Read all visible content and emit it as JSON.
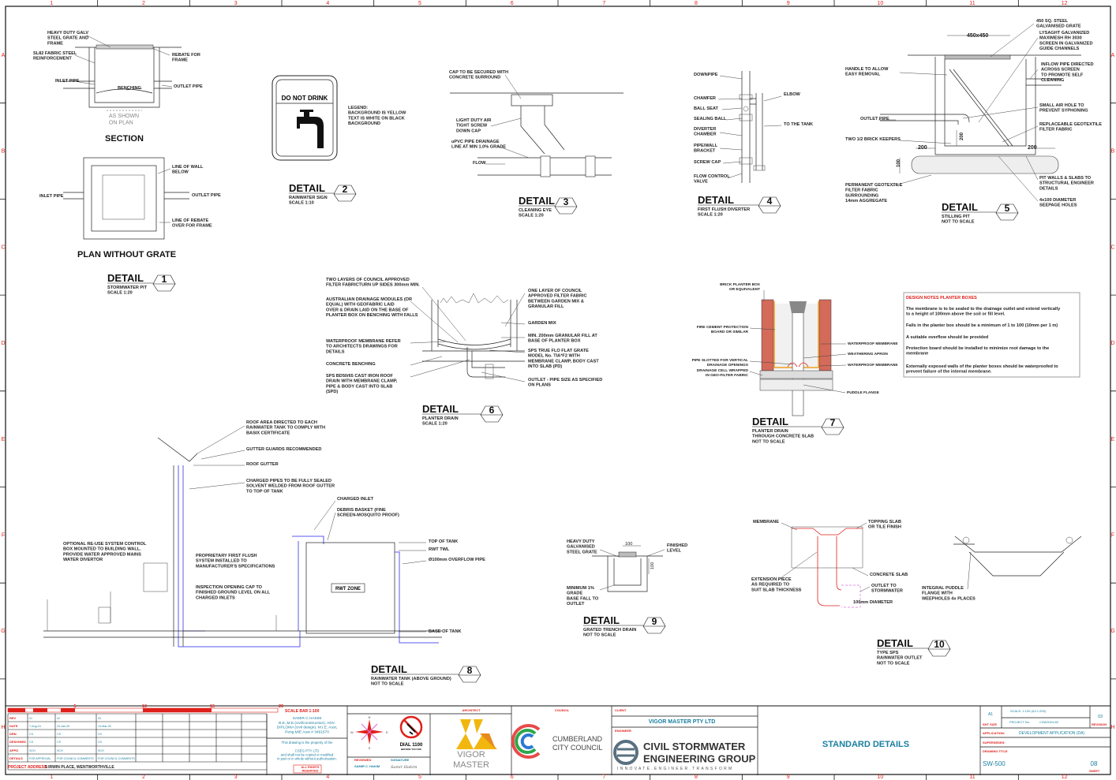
{
  "grid": {
    "columns": [
      "1",
      "2",
      "3",
      "4",
      "5",
      "6",
      "7",
      "8",
      "9",
      "10",
      "11",
      "12"
    ],
    "rows": [
      "A",
      "B",
      "C",
      "D",
      "E",
      "F",
      "G",
      "H"
    ]
  },
  "details": [
    {
      "number": "1",
      "heading": "DETAIL",
      "subtitle": "STORMWATER PIT\nSCALE 1:20",
      "section_title": "SECTION",
      "plan_title": "PLAN WITHOUT GRATE",
      "labels": [
        "HEAVY DUTY GALV\nSTEEL GRATE AND\nFRAME",
        "SL82 FABRIC STEEL\nREINFORCEMENT",
        "REBATE FOR\nFRAME",
        "INLET PIPE",
        "BENCHING",
        "OUTLET PIPE",
        "AS SHOWN\nON PLAN",
        "LINE OF WALL\nBELOW",
        "INLET PIPE",
        "OUTLET PIPE",
        "LINE OF REBATE\nOVER FOR FRAME"
      ]
    },
    {
      "number": "2",
      "heading": "DETAIL",
      "subtitle": "RAINWATER SIGN\nSCALE 1:10",
      "sign_text": "DO NOT DRINK",
      "labels": [
        "LEGEND:\nBACKGROUND IS YELLOW\nTEXT IS WHITE ON BLACK\nBACKGROUND"
      ]
    },
    {
      "number": "3",
      "heading": "DETAIL",
      "subtitle": "CLEANING EYE\nSCALE 1:20",
      "labels": [
        "CAP TO BE SECURED WITH\nCONCRETE SURROUND",
        "LIGHT DUTY AIR\nTIGHT SCREW\nDOWN CAP",
        "uPVC PIPE DRAINAGE\nLINE AT MIN 1.0% GRADE",
        "FLOW"
      ]
    },
    {
      "number": "4",
      "heading": "DETAIL",
      "subtitle": "FIRST FLUSH DIVERTER\nSCALE 1:20",
      "labels": [
        "DOWNPIPE",
        "CHAMFER",
        "BALL SEAT",
        "SEALING BALL",
        "DIVERTER\nCHAMBER",
        "PIPE/WALL\nBRACKET",
        "SCREW CAP",
        "FLOW CONTROL\nVALVE",
        "ELBOW",
        "TO THE TANK"
      ]
    },
    {
      "number": "5",
      "heading": "DETAIL",
      "subtitle": "STILLING PIT\nNOT TO SCALE",
      "labels": [
        "450 SQ. STEEL\nGALVANISED GRATE",
        "LYSAGHT GALVANIZED\nMAXIMESH RH 3030\nSCREEN IN GALVANIZED\nGUIDE CHANNELS",
        "450x450",
        "HANDLE TO ALLOW\nEASY REMOVAL",
        "INFLOW PIPE DIRECTED\nACROSS SCREEN\nTO PROMOTE SELF\nCLEANING",
        "OUTLET PIPE",
        "SMALL AIR HOLE TO\nPREVENT SYPHONING",
        "REPLACEABLE GEOTEXTILE\nFILTER FABRIC",
        "TWO 1/2 BRICK KEEPERS",
        "200",
        "200",
        "100",
        "200",
        "PERMANENT GEOTEXTILE\nFILTER FABRIC\nSURROUNDING\n14mm AGGREGATE",
        "PIT WALLS & SLABS TO\nSTRUCTURAL ENGINEER\nDETAILS",
        "4x100 DIAMETER\nSEEPAGE HOLES"
      ]
    },
    {
      "number": "6",
      "heading": "DETAIL",
      "subtitle": "PLANTER DRAIN\nSCALE 1:20",
      "labels": [
        "TWO LAYERS OF COUNCIL APPROVED\nFILTER FABRICTURN UP SIDES 300mm MIN.",
        "AUSTRALIAN DRAINAGE MODULES (OR\nEQUAL) WITH GEOFABRIC LAID\nOVER & DRAIN LAID ON THE BASE OF\nPLANTER BOX ON BENCHING WITH FALLS",
        "WATERPROOF MEMBRANE REFER\nTO ARCHITECTS DRAWINGS FOR\nDETAILS",
        "CONCRETE BENCHING",
        "SPS BD50/65 CAST IRON ROOF\nDRAIN WITH MEMBRANE CLAMP,\nPIPE & BODY CAST INTO SLAB\n(SPD)",
        "ONE LAYER OF COUNCIL\nAPPROVED FILTER FABRIC\nBETWEEN GARDEN MIX &\nGRANULAR FILL",
        "GARDEN MIX",
        "MIN. 200mm GRANULAR FILL AT\nBASE OF PLANTER BOX",
        "SPS TRUE FLO FLAT GRATE\nMODEL No. TIA*F2 WITH\nMEMBRANE CLAMP, BODY CAST\nINTO SLAB (PD)",
        "OUTLET - PIPE SIZE AS SPECIFIED\nON PLANS"
      ]
    },
    {
      "number": "7",
      "heading": "DETAIL",
      "subtitle": "PLANTER DRAIN\nTHROUGH CONCRETE SLAB\nNOT TO SCALE",
      "labels": [
        "BRICK PLANTER BOX\nOR EQUIVALENT",
        "FIRE CEMENT PROTECTION\nBOARD OR SIMILAR",
        "PIPE SLOTTED FOR VERTICAL\nDRAINAGE OPENINGS",
        "DRAINAGE CELL WRAPPED\nIN GEO-FILTER FABRIC",
        "WATERPROOF MEMBRANE",
        "WEATHERING APRON",
        "WATERPROOF MEMBRANE",
        "PUDDLE FLANGE"
      ],
      "notes": {
        "title": "DESIGN NOTES PLANTER BOXES",
        "items": [
          "The membrane is to be sealed to the drainage outlet and extend vertically\nto a height of 100mm above the soil or fill level.",
          "Falls in the planter box should be a minimum of 1 to 100 (10mm per 1 m)",
          "A suitable overflow should be provided",
          "Protection board should be installed to minimize root damage to the\nmembrane",
          "Externally exposed walls of the planter boxes should be waterproofed to\nprevent failure of the internal membrane."
        ]
      }
    },
    {
      "number": "8",
      "heading": "DETAIL",
      "subtitle": "RAINWATER TANK (ABOVE GROUND)\nNOT TO SCALE",
      "tank_label": "RWT ZONE",
      "labels": [
        "ROOF AREA DIRECTED TO EACH\nRAINWATER TANK TO COMPLY WITH\nBASIX CERTIFICATE",
        "GUTTER GUARDS RECOMMENDED",
        "ROOF GUTTER",
        "CHARGED PIPES TO BE FULLY SEALED\nSOLVENT WELDED FROM ROOF GUTTER\nTO TOP OF TANK",
        "CHARGED INLET",
        "DEBRIS BASKET (FINE\nSCREEN-MOSQUITO PROOF)",
        "TOP OF TANK",
        "RWT TWL",
        "Ø100mm OVERFLOW PIPE",
        "BASE OF TANK",
        "OPTIONAL RE-USE SYSTEM CONTROL\nBOX MOUNTED TO BUILDING WALL.\nPROVIDE WATER APPROVED MAINS\nWATER DIVERTOR",
        "PROPRIETARY FIRST FLUSH\nSYSTEM INSTALLED TO\nMANUFACTURER'S SPECIFICATIONS",
        "INSPECTION OPENING CAP TO\nFINISHED GROUND LEVEL ON ALL\nCHARGED INLETS"
      ]
    },
    {
      "number": "9",
      "heading": "DETAIL",
      "subtitle": "GRATED TRENCH DRAIN\nNOT TO SCALE",
      "labels": [
        "HEAVY DUTY\nGALVANISED\nSTEEL GRATE",
        "FINISHED\nLEVEL",
        "MINIMUM 1%\nGRADE\nBASE FALL TO\nOUTLET",
        "100",
        "100"
      ]
    },
    {
      "number": "10",
      "heading": "DETAIL",
      "subtitle": "TYPE SPS\nRAINWATER OUTLET\nNOT TO SCALE",
      "labels": [
        "MEMBRANE",
        "TOPPING SLAB\nOR TILE FINISH",
        "CONCRETE SLAB",
        "EXTENSION PIECE\nAS REQUIRED TO\nSUIT SLAB THICKNESS",
        "OUTLET TO\nSTORMWATER",
        "100mm DIAMETER",
        "INTEGRAL PUDDLE\nFLANGE WITH\nWEEPHOLES 4x PLACES"
      ]
    }
  ],
  "title_block": {
    "scale_bar": {
      "ticks": [
        "5",
        "10",
        "15",
        "20"
      ],
      "label": "SCALE BAR 1:100"
    },
    "revisions": {
      "row_labels": [
        "REV",
        "DATE",
        "DRN",
        "DESIGNED",
        "APPD",
        "DETAILS"
      ],
      "columns": [
        [
          "01",
          "7-Aug-24",
          "CS",
          "CS",
          "SCH",
          "FOR APPROVAL"
        ],
        [
          "02",
          "23-Jan-25",
          "CS",
          "CS",
          "SCH",
          "FOR COUNCIL COMMENTS"
        ],
        [
          "03",
          "13-Mar-25",
          "CS",
          "CS",
          "SCH",
          "FOR COUNCIL COMMENTS"
        ]
      ]
    },
    "project_address_label": "PROJECT ADDRESS:",
    "project_address": "5 IRWIN PLACE, WENTWORTHVILLE",
    "engineer_credentials": "SAMIR C HAKIM\nB.E.,M.E.(civil/construction). ADV.\nDIPLOMA (civil design). M.I.E. Aust,\nPeng MIE Aust # 3491570",
    "copyright": "This drawing is the property of the\n\nCSEG PTY LTD\nand shall not be copied or modified\nin part or in whole without authorisation.",
    "rights": "ALL RIGHTS\nRESERVED",
    "compass": {
      "n": "N",
      "s": "S",
      "e": "E",
      "w": "W"
    },
    "dial": {
      "title": "DIAL 1100",
      "sub": "BEFORE YOU DIG"
    },
    "reviewed_label": "REVIEWED",
    "reviewed_by": "SAMIR C. HAKIM",
    "signature_label": "SIGNATURE",
    "signature": "Samir Hakim",
    "architect_label": "ARCHITECT",
    "architect_logo": "VIGOR\nMASTER",
    "council_label": "COUNCIL",
    "council_logo": "CUMBERLAND\nCITY COUNCIL",
    "client_label": "CLIENT",
    "client": "VIGOR MASTER PTY LTD",
    "engineer_label": "ENGINEER",
    "engineer_logo": "CIVIL STORMWATER\nENGINEERING GROUP",
    "engineer_tagline": "INNOVATE.ENGINEER.TRANSFORM",
    "drawing_name": "STANDARD DETAILS",
    "sheet_size": "A1",
    "sheet_size_label": "SHT SIZE",
    "scale": "SCALE: 1:100 (A3 1:200)",
    "project_no_label": "PROJECT No:",
    "project_no": "CSW2024.80",
    "revision": "03",
    "revision_label": "REVISION",
    "application_label": "APPLICATION:",
    "application": "DEVELOPMENT APPLICATION (DA)",
    "supersedes_label": "SUPERSEDES:",
    "drawing_title_label": "DRAWING TITLE",
    "drawing_no": "SW-500",
    "sheet": "08",
    "sheet_label": "SHEET"
  },
  "colors": {
    "frame_red": "#e0201b",
    "title_blue": "#1a7fa0",
    "pipe_blue": "#5a5af0",
    "brick": "#d46a5a",
    "membrane": "#f0a020"
  }
}
